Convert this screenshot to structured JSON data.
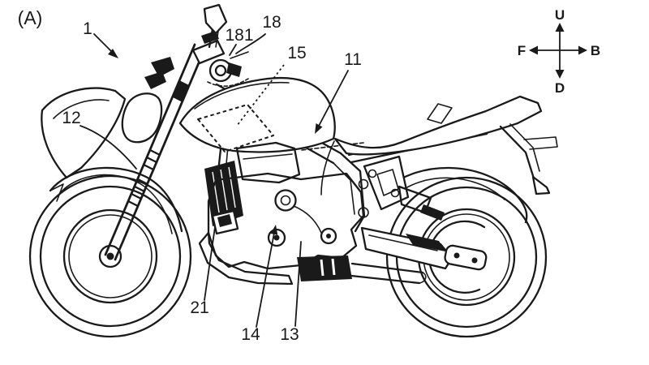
{
  "figure": {
    "panel_label": "(A)"
  },
  "reference_numerals": {
    "n1": "1",
    "n11": "11",
    "n12": "12",
    "n13": "13",
    "n14": "14",
    "n15": "15",
    "n18": "18",
    "n181": "181",
    "n21": "21"
  },
  "compass": {
    "up": "U",
    "down": "D",
    "front": "F",
    "back": "B"
  },
  "colors": {
    "line": "#1a1a1a",
    "background": "#ffffff"
  }
}
